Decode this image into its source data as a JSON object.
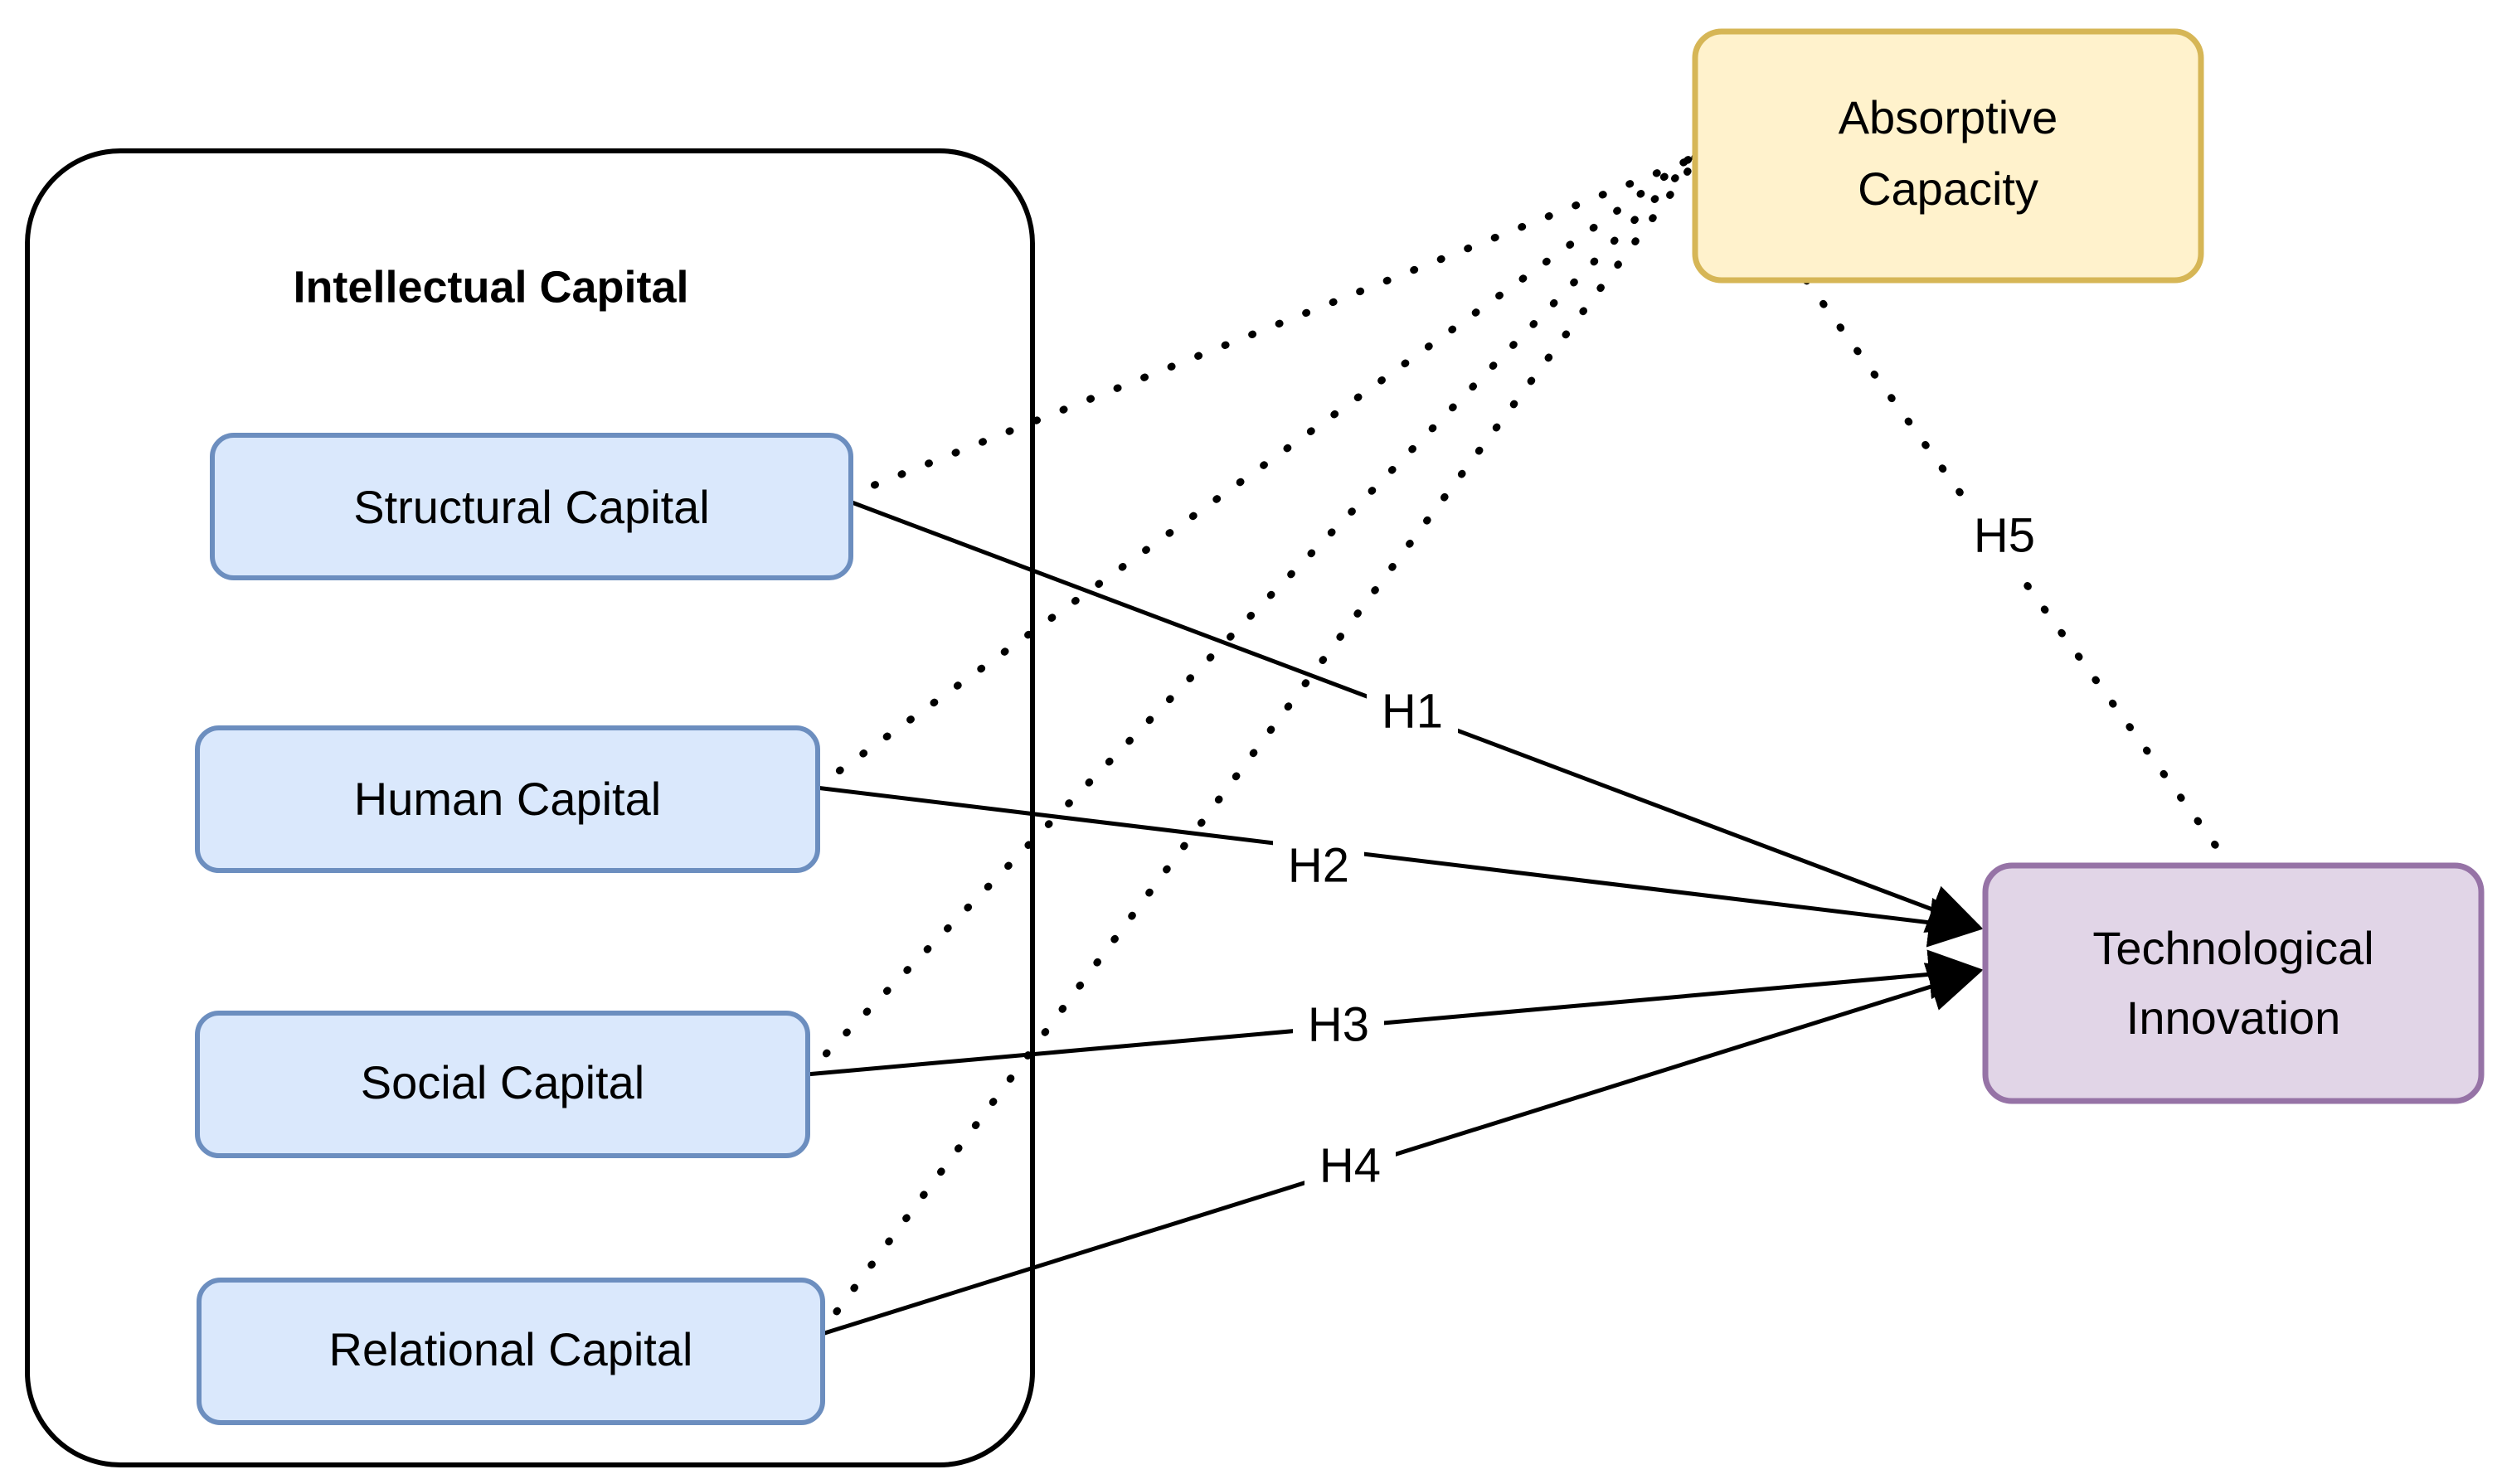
{
  "diagram": {
    "type": "conceptual-research-model",
    "background": "#ffffff",
    "group": {
      "title": "Intellectual Capital",
      "border_color": "#000000"
    },
    "colors": {
      "capital_fill": "#dae8fc",
      "capital_stroke": "#6c8ebf",
      "moderator_fill": "#fff2cc",
      "moderator_stroke": "#d6b656",
      "outcome_fill": "#e1d5e7",
      "outcome_stroke": "#9673a6",
      "edge_color": "#000000"
    },
    "nodes": {
      "capitals": [
        {
          "id": "structural",
          "label": "Structural Capital"
        },
        {
          "id": "human",
          "label": "Human Capital"
        },
        {
          "id": "social",
          "label": "Social Capital"
        },
        {
          "id": "relational",
          "label": "Relational Capital"
        }
      ],
      "moderator": {
        "id": "absorptive",
        "label_line1": "Absorptive",
        "label_line2": "Capacity"
      },
      "outcome": {
        "id": "innovation",
        "label_line1": "Technological",
        "label_line2": "Innovation"
      }
    },
    "edges": [
      {
        "id": "h1",
        "label": "H1",
        "from": "Structural Capital",
        "to": "Technological Innovation",
        "style": "solid",
        "arrow": true
      },
      {
        "id": "h2",
        "label": "H2",
        "from": "Human Capital",
        "to": "Technological Innovation",
        "style": "solid",
        "arrow": true
      },
      {
        "id": "h3",
        "label": "H3",
        "from": "Social Capital",
        "to": "Technological Innovation",
        "style": "solid",
        "arrow": true
      },
      {
        "id": "h4",
        "label": "H4",
        "from": "Relational Capital",
        "to": "Technological Innovation",
        "style": "solid",
        "arrow": true
      },
      {
        "id": "h5",
        "label": "H5",
        "from": "Absorptive Capacity",
        "to": "Technological Innovation",
        "style": "dotted",
        "arrow": false
      },
      {
        "id": "m1",
        "label": "",
        "from": "Structural Capital",
        "to": "Absorptive Capacity",
        "style": "dotted",
        "arrow": false
      },
      {
        "id": "m2",
        "label": "",
        "from": "Human Capital",
        "to": "Absorptive Capacity",
        "style": "dotted",
        "arrow": false
      },
      {
        "id": "m3",
        "label": "",
        "from": "Social Capital",
        "to": "Absorptive Capacity",
        "style": "dotted",
        "arrow": false
      },
      {
        "id": "m4",
        "label": "",
        "from": "Relational Capital",
        "to": "Absorptive Capacity",
        "style": "dotted",
        "arrow": false
      }
    ]
  }
}
